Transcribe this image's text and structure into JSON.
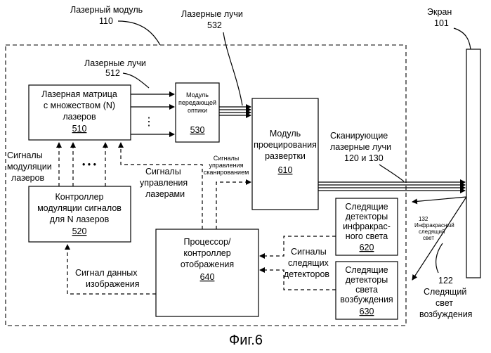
{
  "labels": {
    "laser_module": "Лазерный модуль",
    "laser_module_num": "110",
    "laser_beams_top": "Лазерные лучи",
    "laser_beams_top_num": "532",
    "screen": "Экран",
    "screen_num": "101",
    "laser_beams_inner": "Лазерные лучи",
    "laser_beams_inner_num": "512",
    "scanning_beams_1": "Сканирующие",
    "scanning_beams_2": "лазерные лучи",
    "scanning_beams_3": "120 и 130",
    "laser_mod_signals_1": "Сигналы",
    "laser_mod_signals_2": "модуляции",
    "laser_mod_signals_3": "лазеров",
    "laser_ctrl_signals_1": "Сигналы",
    "laser_ctrl_signals_2": "управления",
    "laser_ctrl_signals_3": "лазерами",
    "scan_ctrl_signals_1": "Сигналы",
    "scan_ctrl_signals_2": "управления",
    "scan_ctrl_signals_3": "сканированием",
    "ir_servo_1": "132",
    "ir_servo_2": "Инфракрасный",
    "ir_servo_3": "следящий",
    "ir_servo_4": "свет",
    "excite_servo_1": "122",
    "excite_servo_2": "Следящий",
    "excite_servo_3": "свет",
    "excite_servo_4": "возбуждения",
    "servo_signals_1": "Сигналы",
    "servo_signals_2": "следящих",
    "servo_signals_3": "детекторов",
    "image_data_1": "Сигнал данных",
    "image_data_2": "изображения",
    "figure": "Фиг.6"
  },
  "blocks": {
    "laser_array": {
      "line1": "Лазерная матрица",
      "line2": "с множеством (N)",
      "line3": "лазеров",
      "num": "510"
    },
    "transmit_optics": {
      "line1": "Модуль",
      "line2": "передающей",
      "line3": "оптики",
      "num": "530"
    },
    "scan_projection": {
      "line1": "Модуль",
      "line2": "проецирования",
      "line3": "развертки",
      "num": "610"
    },
    "mod_controller": {
      "line1": "Контроллер",
      "line2": "модуляции сигналов",
      "line3": "для N лазеров",
      "num": "520"
    },
    "display_processor": {
      "line1": "Процессор/",
      "line2": "контроллер",
      "line3": "отображения",
      "num": "640"
    },
    "ir_detectors": {
      "line1": "Следящие",
      "line2": "детекторы",
      "line3": "инфракрас-",
      "line4": "ного света",
      "num": "620"
    },
    "excite_detectors": {
      "line1": "Следящие",
      "line2": "детекторы",
      "line3": "света",
      "line4": "возбуждения",
      "num": "630"
    }
  },
  "dots": {
    "vertical": "⋮",
    "horizontal": "• • •"
  }
}
